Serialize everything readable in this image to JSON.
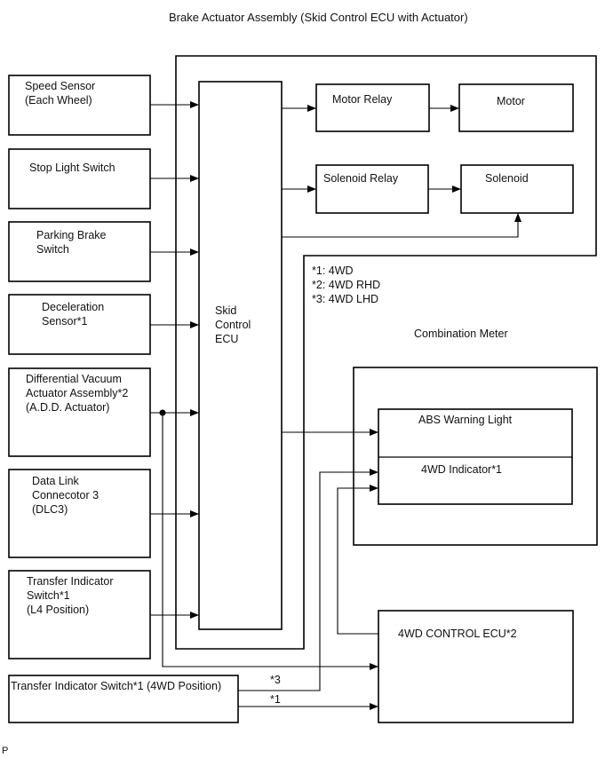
{
  "title": "Brake Actuator Assembly (Skid Control ECU with Actuator)",
  "inputs": [
    {
      "id": "speed-sensor",
      "lines": [
        "Speed Sensor",
        "(Each Wheel)"
      ]
    },
    {
      "id": "stop-light-switch",
      "lines": [
        "Stop Light Switch"
      ]
    },
    {
      "id": "parking-brake-switch",
      "lines": [
        "Parking Brake",
        "Switch"
      ]
    },
    {
      "id": "deceleration-sensor",
      "lines": [
        "Deceleration",
        "Sensor*1"
      ]
    },
    {
      "id": "differential-vacuum-actuator",
      "lines": [
        "Differential Vacuum",
        "Actuator Assembly*2",
        "(A.D.D. Actuator)"
      ]
    },
    {
      "id": "data-link-connector",
      "lines": [
        "Data Link",
        "Connecotor 3",
        "(DLC3)"
      ]
    },
    {
      "id": "transfer-indicator-l4",
      "lines": [
        "Transfer Indicator",
        "Switch*1",
        "(L4 Position)"
      ]
    },
    {
      "id": "transfer-indicator-4wd",
      "lines": [
        "Transfer Indicator Switch*1 (4WD Position)"
      ]
    }
  ],
  "skid_control_ecu": [
    "Skid",
    "Control",
    "ECU"
  ],
  "actuator_blocks": {
    "motor_relay": "Motor Relay",
    "motor": "Motor",
    "solenoid_relay": "Solenoid Relay",
    "solenoid": "Solenoid"
  },
  "notes": [
    "*1: 4WD",
    "*2: 4WD RHD",
    "*3: 4WD LHD"
  ],
  "combination_meter": {
    "label": "Combination Meter",
    "abs_warning_light": "ABS Warning Light",
    "four_wd_indicator": "4WD Indicator*1"
  },
  "four_wd_control_ecu": "4WD CONTROL ECU*2",
  "wire_labels": {
    "lhd": "*3",
    "four_wd": "*1"
  },
  "corner_mark": "P"
}
